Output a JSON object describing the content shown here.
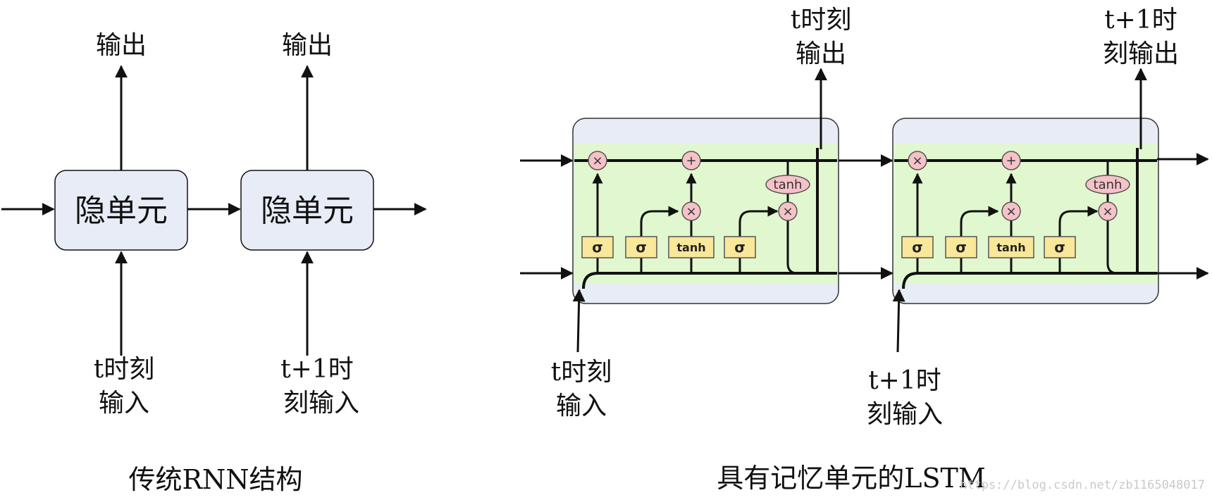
{
  "rnn": {
    "cell_label": "隐单元",
    "output_label": "输出",
    "input_t_line1": "t时刻",
    "input_t_line2": "输入",
    "input_t1_line1": "t+1时",
    "input_t1_line2": "刻输入",
    "caption": "传统RNN结构"
  },
  "lstm": {
    "output_t_line1": "t时刻",
    "output_t_line2": "输出",
    "output_t1_line1": "t+1时",
    "output_t1_line2": "刻输出",
    "input_t_line1": "t时刻",
    "input_t_line2": "输入",
    "input_t1_line1": "t+1时",
    "input_t1_line2": "刻输入",
    "gate_sigma": "σ",
    "gate_tanh": "tanh",
    "op_tanh": "tanh",
    "op_mul": "×",
    "op_add": "+",
    "caption": "具有记忆单元的LSTM"
  },
  "watermark": "https://blog.csdn.net/zb1165048017",
  "colors": {
    "cell_fill": "#e7ecf6",
    "lstm_inner": "#e1f7cf",
    "gate_fill": "#f9e79a",
    "op_fill": "#f5c2c7"
  }
}
